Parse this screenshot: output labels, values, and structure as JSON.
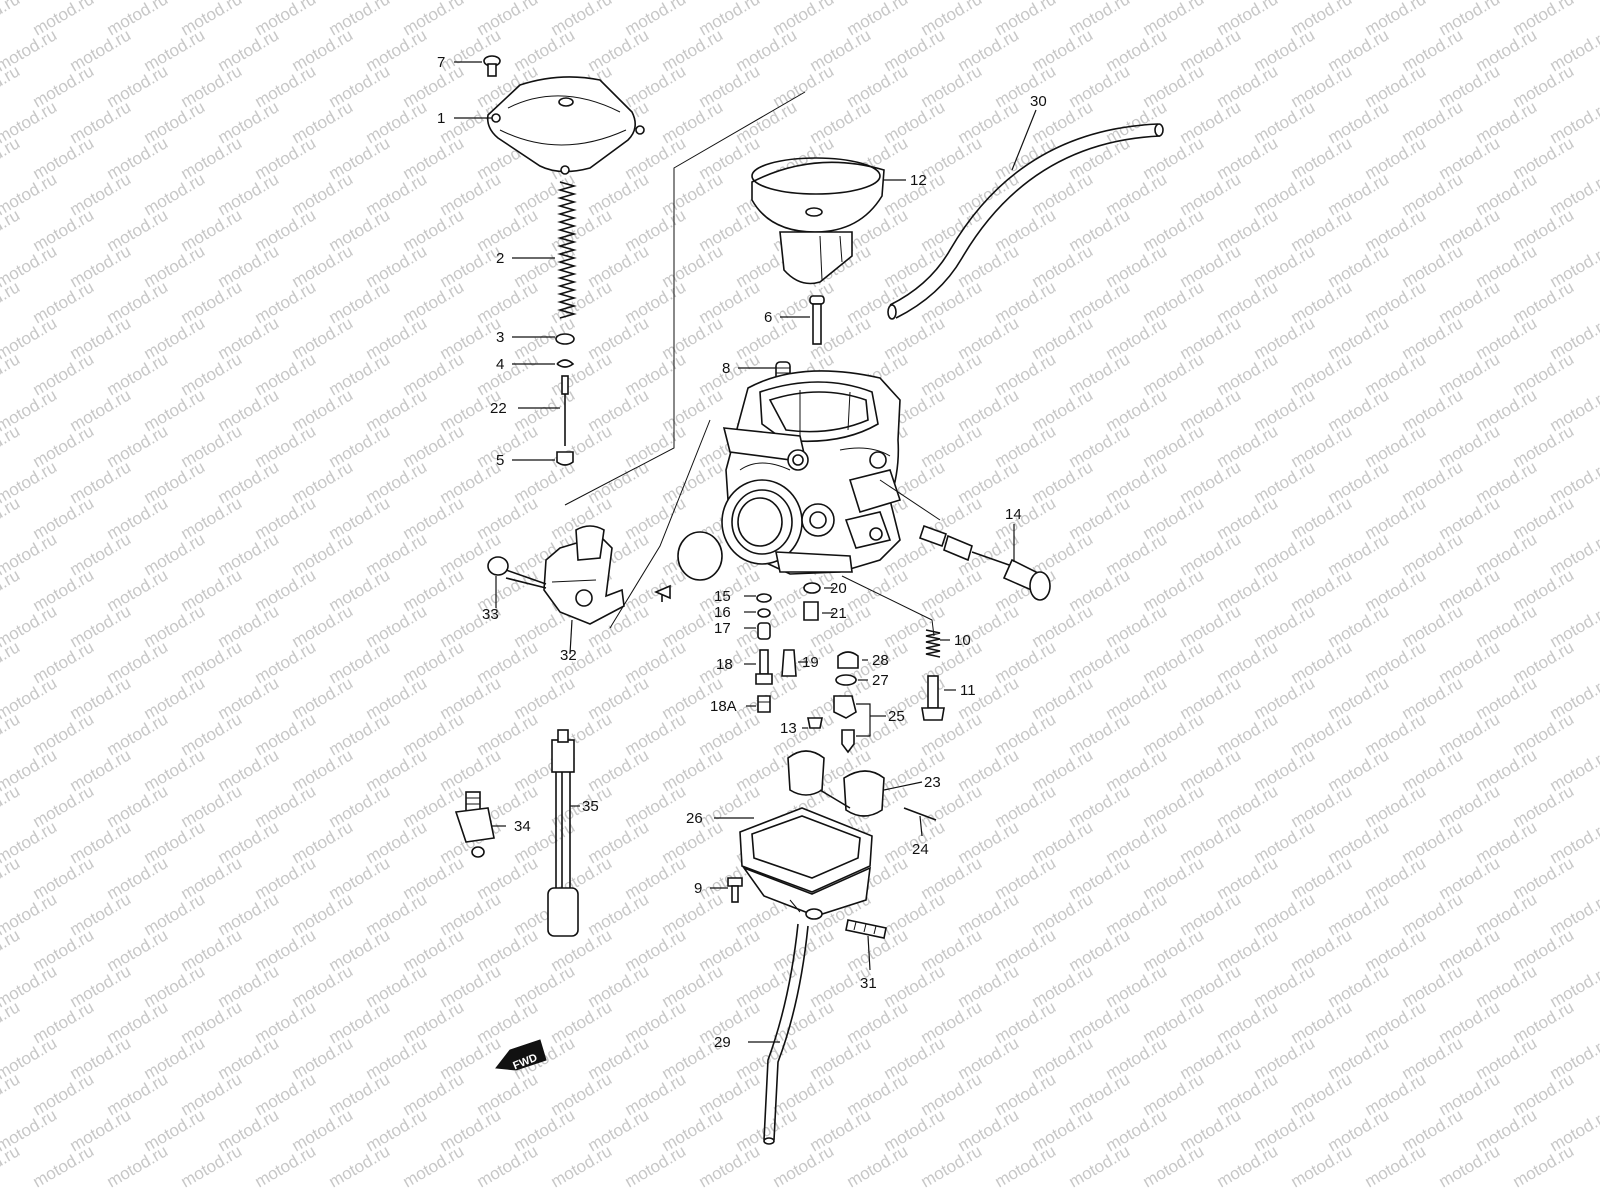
{
  "watermark": {
    "text": "motod.ru"
  },
  "direction_marker": {
    "text": "FWD"
  },
  "callouts": [
    {
      "id": "c1",
      "text": "1"
    },
    {
      "id": "c2",
      "text": "2"
    },
    {
      "id": "c3",
      "text": "3"
    },
    {
      "id": "c4",
      "text": "4"
    },
    {
      "id": "c5",
      "text": "5"
    },
    {
      "id": "c6",
      "text": "6"
    },
    {
      "id": "c7",
      "text": "7"
    },
    {
      "id": "c8",
      "text": "8"
    },
    {
      "id": "c9",
      "text": "9"
    },
    {
      "id": "c10",
      "text": "10"
    },
    {
      "id": "c11",
      "text": "11"
    },
    {
      "id": "c12",
      "text": "12"
    },
    {
      "id": "c13",
      "text": "13"
    },
    {
      "id": "c14",
      "text": "14"
    },
    {
      "id": "c15",
      "text": "15"
    },
    {
      "id": "c16",
      "text": "16"
    },
    {
      "id": "c17",
      "text": "17"
    },
    {
      "id": "c18",
      "text": "18"
    },
    {
      "id": "c18A",
      "text": "18A"
    },
    {
      "id": "c19",
      "text": "19"
    },
    {
      "id": "c20",
      "text": "20"
    },
    {
      "id": "c21",
      "text": "21"
    },
    {
      "id": "c22",
      "text": "22"
    },
    {
      "id": "c23",
      "text": "23"
    },
    {
      "id": "c24",
      "text": "24"
    },
    {
      "id": "c25",
      "text": "25"
    },
    {
      "id": "c26",
      "text": "26"
    },
    {
      "id": "c27",
      "text": "27"
    },
    {
      "id": "c28",
      "text": "28"
    },
    {
      "id": "c29",
      "text": "29"
    },
    {
      "id": "c30",
      "text": "30"
    },
    {
      "id": "c31",
      "text": "31"
    },
    {
      "id": "c32",
      "text": "32"
    },
    {
      "id": "c33",
      "text": "33"
    },
    {
      "id": "c34",
      "text": "34"
    },
    {
      "id": "c35",
      "text": "35"
    }
  ]
}
